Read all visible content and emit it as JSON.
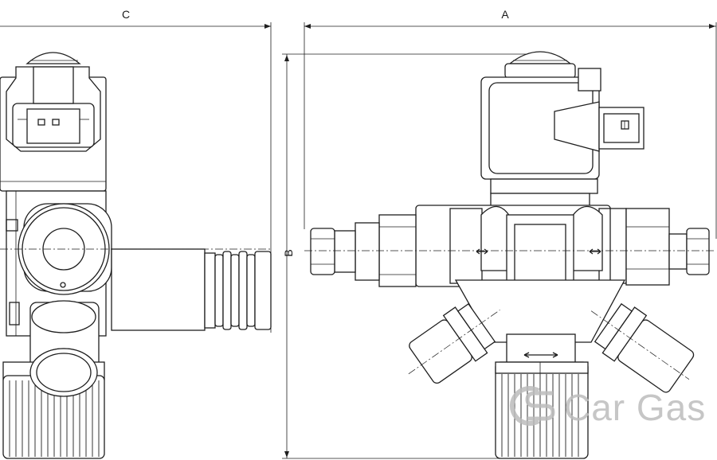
{
  "dimensions": {
    "side_view_width_label": "C",
    "front_view_width_label": "A",
    "height_label": "B"
  },
  "watermark": {
    "brand_text": "Car Gas",
    "logo_icon": "cargas-cs-logo-icon"
  },
  "colors": {
    "line": "#1f1f1f",
    "watermark": "#bdbdbd",
    "background": "#ffffff"
  }
}
